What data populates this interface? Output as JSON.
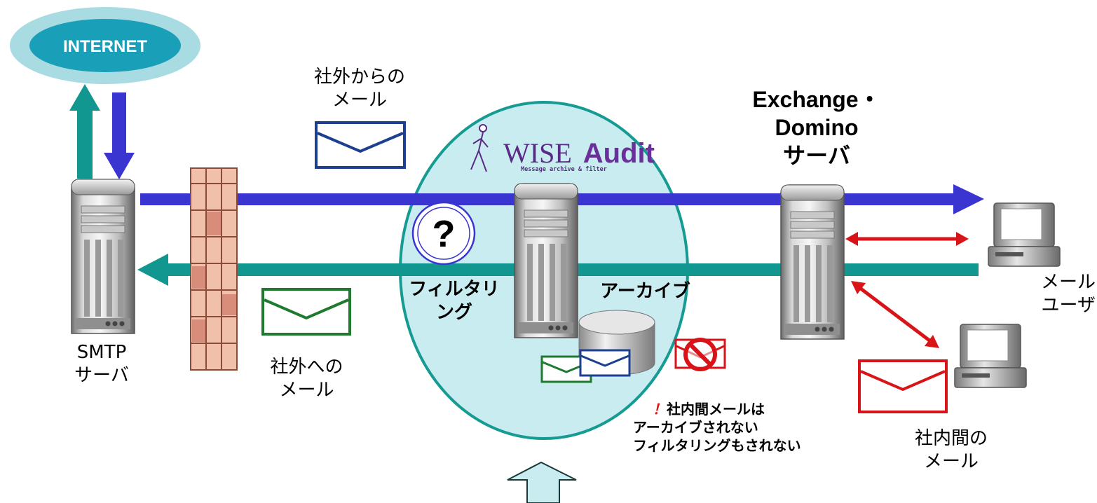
{
  "internet_label": "INTERNET",
  "smtp_server": {
    "line1": "SMTP",
    "line2": "サーバ"
  },
  "incoming_mail": {
    "line1": "社外からの",
    "line2": "メール"
  },
  "outgoing_mail": {
    "line1": "社外への",
    "line2": "メール"
  },
  "exchange_server": {
    "line1": "Exchange・",
    "line2": "Domino",
    "line3": "サーバ"
  },
  "wise_audit": {
    "logo_main": "WISE",
    "logo_accent": "Audit",
    "logo_tagline": "Message archive & filter"
  },
  "filtering": {
    "line1": "フィルタリ",
    "line2": "ング",
    "icon_glyph": "?"
  },
  "archive": {
    "label": "アーカイブ"
  },
  "mail_user": {
    "line1": "メール",
    "line2": "ユーザ"
  },
  "internal_mail": {
    "line1": "社内間の",
    "line2": "メール"
  },
  "warning": {
    "mark": "！",
    "line1": "社内間メールは",
    "line2": "アーカイブされない",
    "line3": "フィルタリングもされない"
  },
  "colors": {
    "blue_arrow": "#3a35d0",
    "teal_arrow": "#11978f",
    "red_arrow": "#d81418",
    "ellipse_fill": "#c9ecf1",
    "ellipse_stroke": "#169b93",
    "wise_purple": "#5a2a86"
  }
}
